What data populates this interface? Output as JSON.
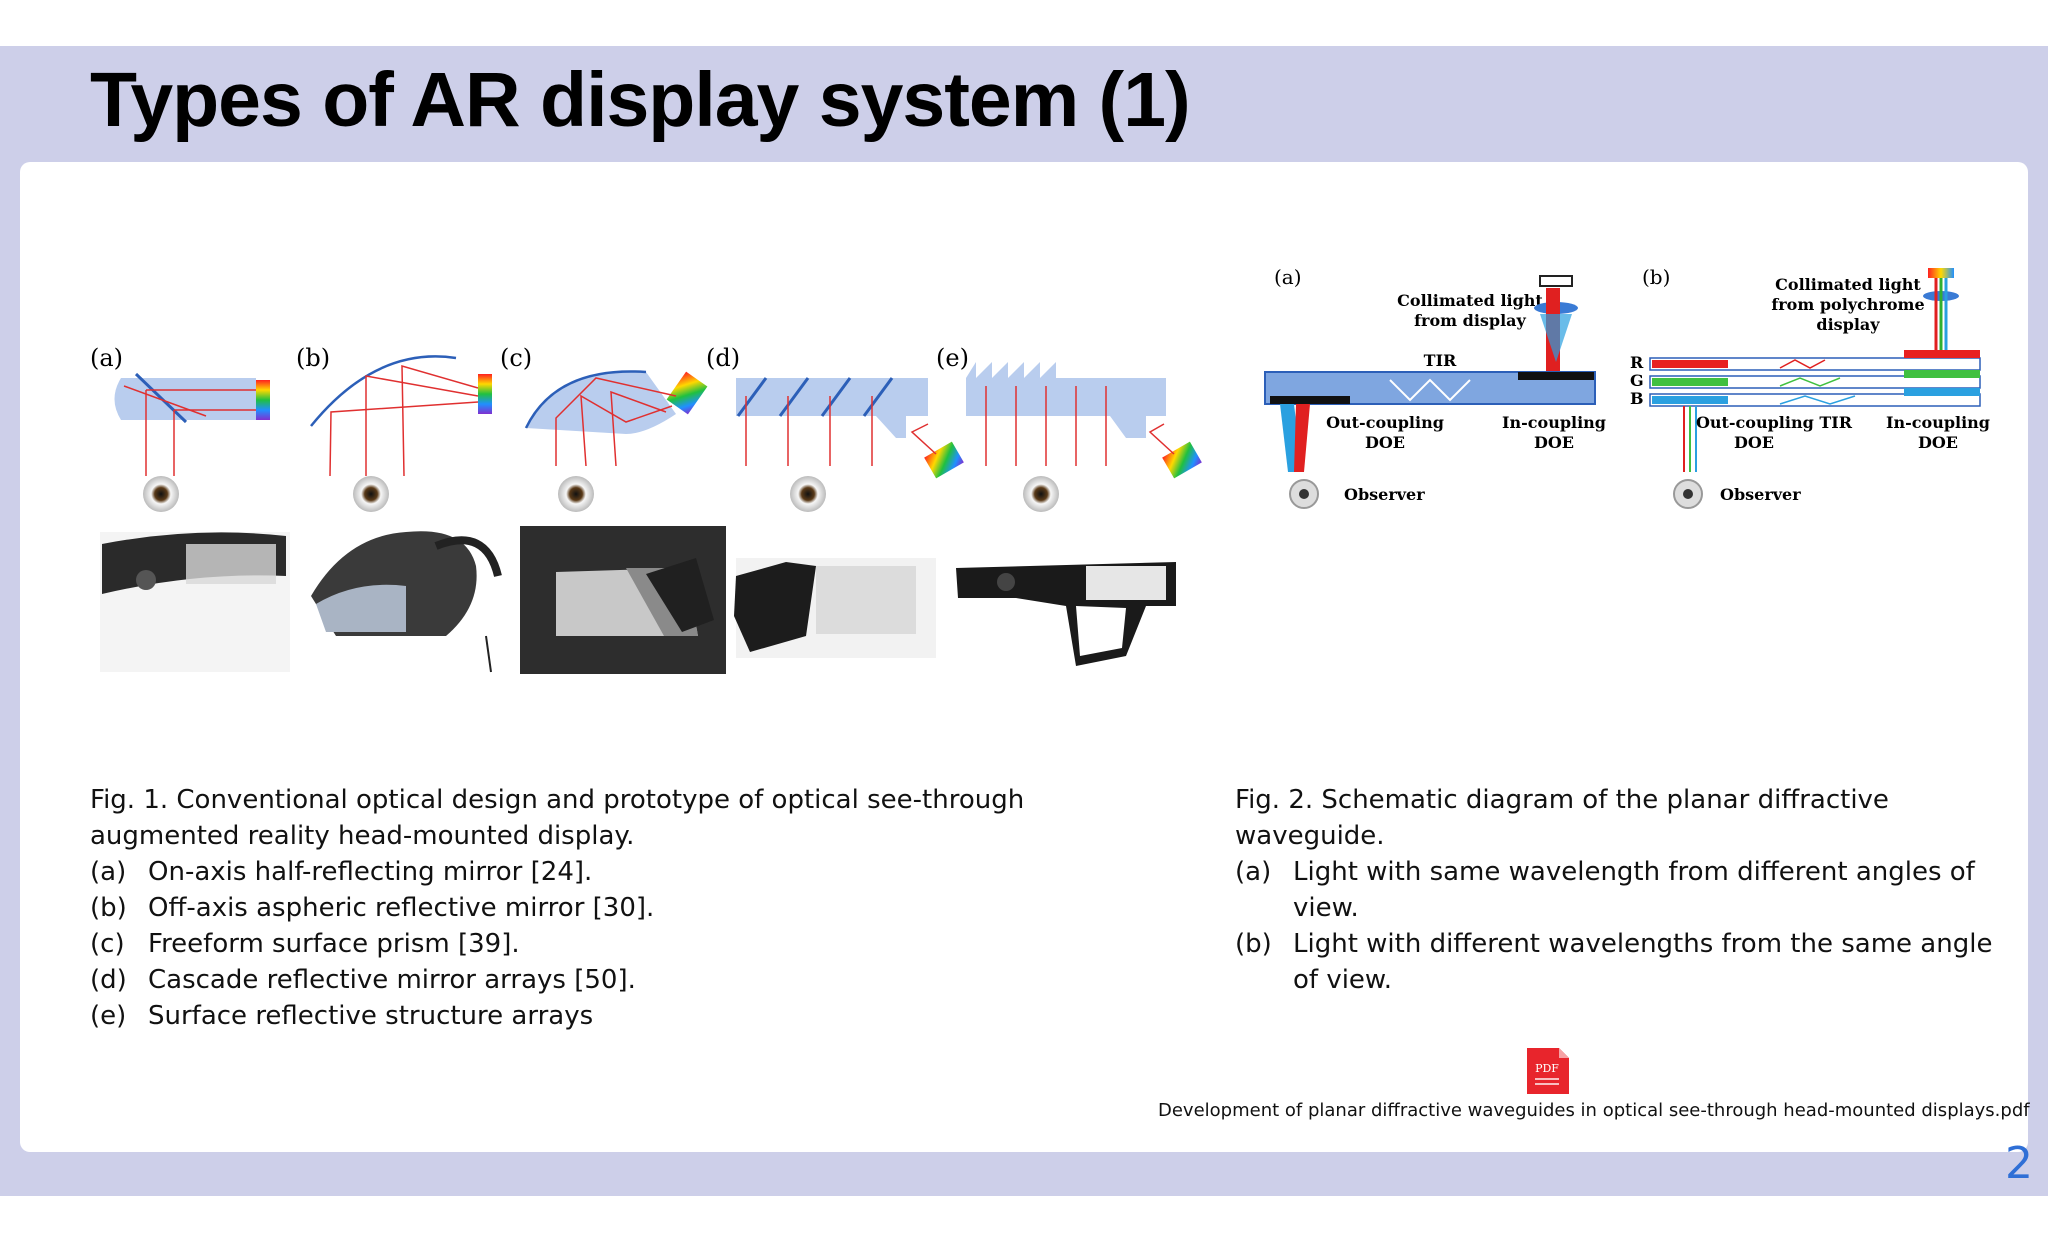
{
  "slide": {
    "title": "Types of AR display system (1)",
    "page_number": "2",
    "colors": {
      "band": "#cdcfe9",
      "panel": "#ffffff",
      "accent": "#2f6fd6"
    }
  },
  "figure1": {
    "panel_labels": [
      "(a)",
      "(b)",
      "(c)",
      "(d)",
      "(e)"
    ],
    "caption": {
      "title": "Fig. 1. Conventional optical design and prototype of optical see-through augmented reality head-mounted display.",
      "items": [
        {
          "label": "(a)",
          "text": "On-axis half-reflecting mirror [24]."
        },
        {
          "label": "(b)",
          "text": "Off-axis aspheric reflective mirror [30]."
        },
        {
          "label": "(c)",
          "text": "Freeform surface prism [39]."
        },
        {
          "label": "(d)",
          "text": "Cascade reflective mirror arrays [50]."
        },
        {
          "label": "(e)",
          "text": "Surface reflective structure arrays"
        }
      ]
    }
  },
  "figure2": {
    "panel_a": {
      "label": "(a)",
      "collimated": [
        "Collimated light",
        "from display"
      ],
      "tir": "TIR",
      "out_coupling": [
        "Out-coupling",
        "DOE"
      ],
      "in_coupling": [
        "In-coupling",
        "DOE"
      ],
      "observer": "Observer"
    },
    "panel_b": {
      "label": "(b)",
      "collimated": [
        "Collimated light",
        "from polychrome",
        "display"
      ],
      "rgb": [
        "R",
        "G",
        "B"
      ],
      "out_coupling": [
        "Out-coupling TIR",
        "DOE"
      ],
      "in_coupling": [
        "In-coupling",
        "DOE"
      ],
      "observer": "Observer"
    },
    "caption": {
      "title": "Fig. 2. Schematic diagram of the planar diffractive waveguide.",
      "items": [
        {
          "label": "(a)",
          "text": "Light with same wavelength from different angles of view."
        },
        {
          "label": "(b)",
          "text": "Light with different wavelengths from the same angle of view."
        }
      ]
    }
  },
  "attachment": {
    "icon": "pdf-file-icon",
    "icon_label": "PDF",
    "filename": "Development of planar diffractive waveguides in optical see-through head-mounted displays.pdf"
  }
}
